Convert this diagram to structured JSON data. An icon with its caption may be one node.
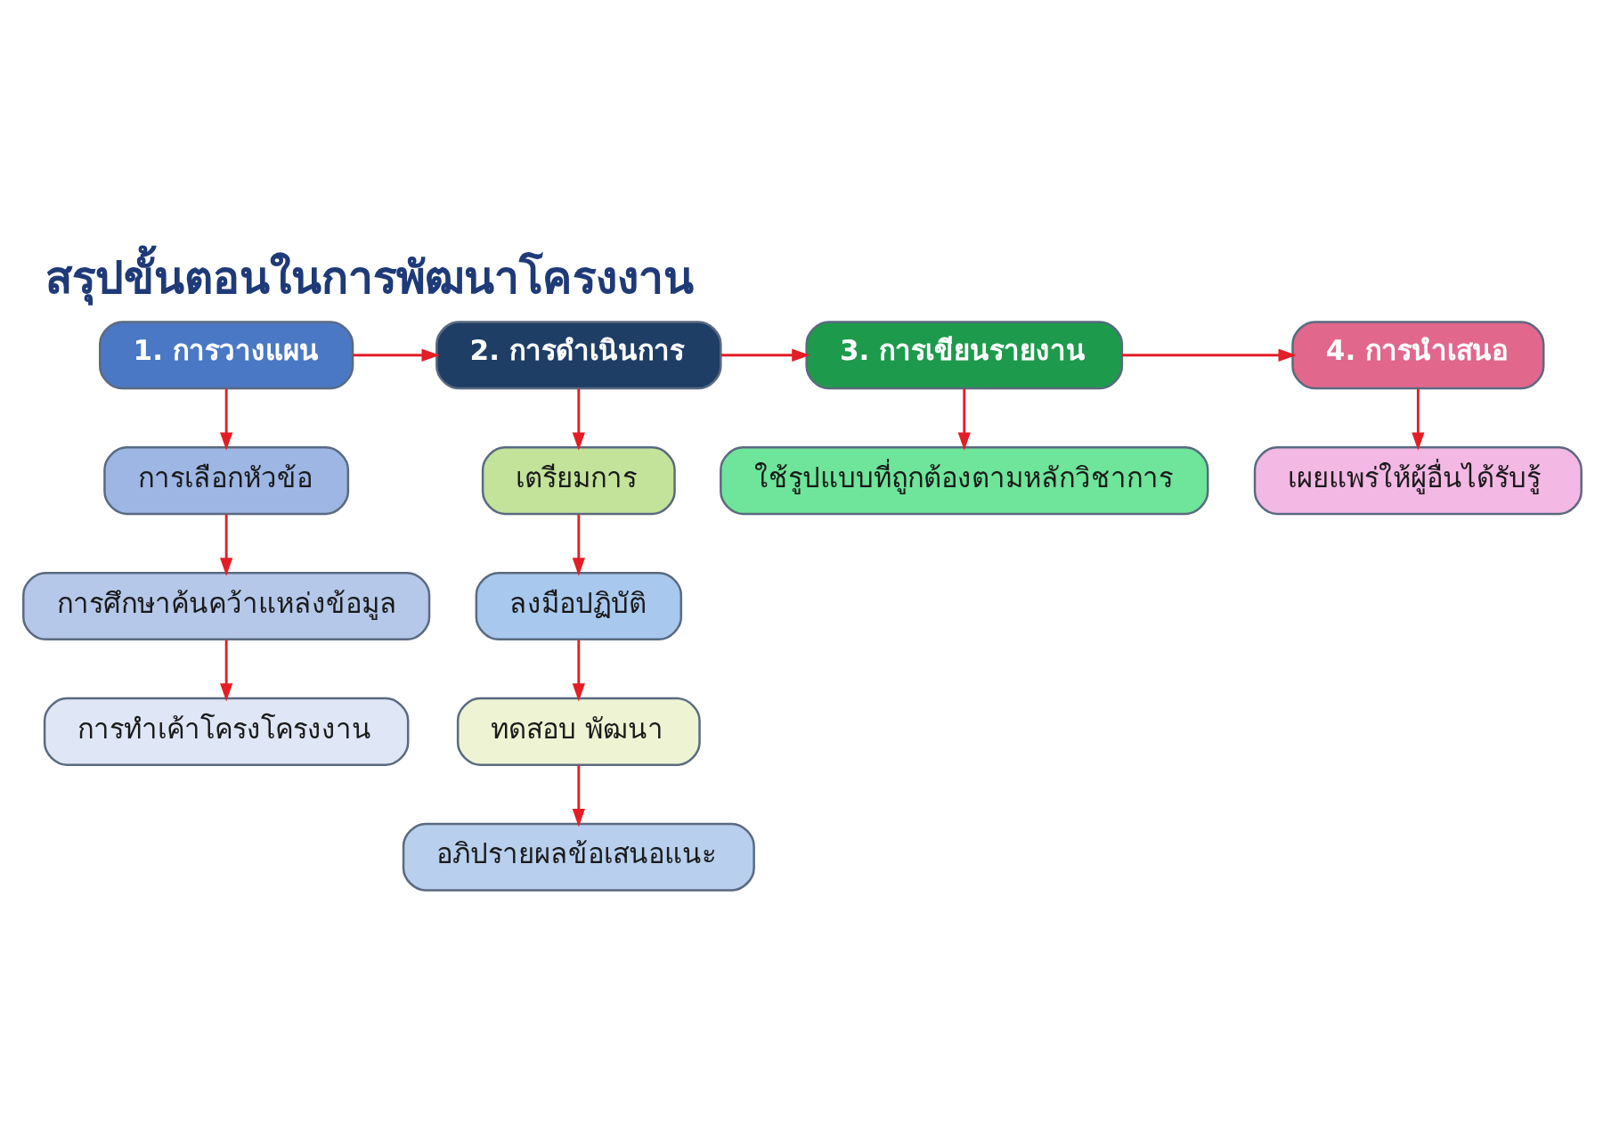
{
  "diagram": {
    "title": "สรุปขั้นตอนในการพัฒนาโครงงาน",
    "nodes": [
      {
        "text": [
          "1. การวางแผน"
        ]
      },
      {
        "text": [
          "2. การดำเนินการ"
        ]
      },
      {
        "text": [
          "3. การเขียนรายงาน"
        ]
      },
      {
        "text": [
          "4. การนำเสนอ"
        ]
      },
      {
        "text": [
          "การเลือกหัวข้อ"
        ]
      },
      {
        "text": [
          "การศึกษาค้นคว้าแหล่งข้อมูล"
        ]
      },
      {
        "text": [
          "การทำเค้าโครงโครงงาน"
        ]
      },
      {
        "text": [
          "เตรียมการ"
        ]
      },
      {
        "text": [
          "ลงมือปฏิบัติ"
        ]
      },
      {
        "text": [
          "ทดสอบ พัฒนา"
        ]
      },
      {
        "text": [
          "อภิปรายผลข้อเสนอแนะ"
        ]
      },
      {
        "text": [
          "ใช้รูปแบบที่ถูกต้องตามหลักวิชาการ"
        ]
      },
      {
        "text": [
          "เผยแพร่ให้ผู้อื่นได้รับรู้"
        ]
      }
    ],
    "edges": [
      {
        "from": 0,
        "to": 1,
        "arrow": "to"
      },
      {
        "from": 1,
        "to": 2,
        "arrow": "to"
      },
      {
        "from": 2,
        "to": 3,
        "arrow": "to"
      },
      {
        "from": 0,
        "to": 4,
        "arrow": "to"
      },
      {
        "from": 4,
        "to": 5,
        "arrow": "to"
      },
      {
        "from": 5,
        "to": 6,
        "arrow": "to"
      },
      {
        "from": 1,
        "to": 7,
        "arrow": "to"
      },
      {
        "from": 7,
        "to": 8,
        "arrow": "to"
      },
      {
        "from": 8,
        "to": 9,
        "arrow": "to"
      },
      {
        "from": 9,
        "to": 10,
        "arrow": "to"
      },
      {
        "from": 2,
        "to": 11,
        "arrow": "to"
      },
      {
        "from": 3,
        "to": 12,
        "arrow": "to"
      }
    ]
  }
}
